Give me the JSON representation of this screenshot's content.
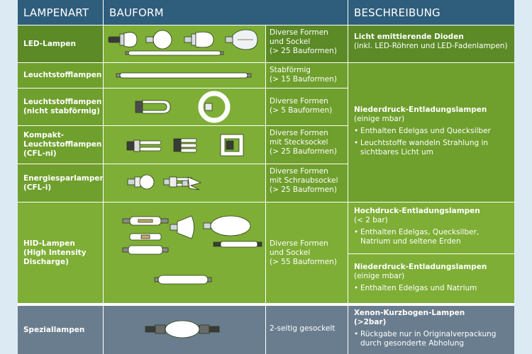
{
  "header": {
    "col1": "LAMPENART",
    "col2": "BAUFORM",
    "col4": "BESCHREIBUNG"
  },
  "rows": {
    "led": {
      "name": "LED-Lampen",
      "bauform": [
        "Diverse Formen",
        "und Sockel",
        "(> 25 Bauformen)"
      ],
      "desc_title": "Licht emittierende Dioden",
      "desc_text": "(inkl. LED-Röhren und LED-Fadenlampen)"
    },
    "leucht": {
      "name": "Leuchtstofflampen",
      "bauform": [
        "Stabförmig",
        "(> 15 Bauformen)"
      ]
    },
    "leucht_ns": {
      "name": [
        "Leuchtstofflampen",
        "(nicht stabförmig)"
      ],
      "bauform": [
        "Diverse Formen",
        "(> 5 Bauformen)"
      ]
    },
    "cfl_ni": {
      "name": [
        "Kompakt-",
        "Leuchtstofflampen",
        "(CFL-ni)"
      ],
      "bauform": [
        "Diverse Formen",
        "mit Stecksockel",
        "(> 25 Bauformen)"
      ]
    },
    "cfl_i": {
      "name": [
        "Energiesparlampen",
        "(CFL-i)"
      ],
      "bauform": [
        "Diverse Formen",
        "mit Schraubsockel",
        "(> 25 Bauformen)"
      ]
    },
    "niederdruck_group": {
      "title": "Niederdruck-Entladungslampen",
      "sub": "(einige mbar)",
      "bullets": [
        "Enthalten Edelgas und Quecksilber",
        "Leuchtstoffe wandeln Strahlung in sichtbares Licht um"
      ]
    },
    "hid": {
      "name": [
        "HID-Lampen",
        "(High Intensity",
        "Discharge)"
      ],
      "bauform": [
        "Diverse Formen",
        "und Sockel",
        "(> 55 Bauformen)"
      ],
      "hoch_title": "Hochdruck-Entladungslampen",
      "hoch_sub": "(< 2 bar)",
      "hoch_bullet": "Enthalten Edelgas, Quecksilber, Natrium und seltene Erden",
      "nieder_title": "Niederdruck-Entladungslampen",
      "nieder_sub": "(einige mbar)",
      "nieder_bullet": "Enthalten Edelgas und Natrium"
    },
    "spezial": {
      "name": "Speziallampen",
      "bauform": "2-seitig gesockelt",
      "desc_title": "Xenon-Kurzbogen-Lampen",
      "desc_sub": "(>2bar)",
      "desc_bullet": "Rückgabe nur in Originalverpackung durch gesonderte Abholung"
    }
  },
  "colors": {
    "header": "#2f5d7c",
    "green_dark": "#5b8a26",
    "green_mid": "#6f9f2d",
    "green_light": "#7eae36",
    "slate": "#6a7d8e"
  }
}
